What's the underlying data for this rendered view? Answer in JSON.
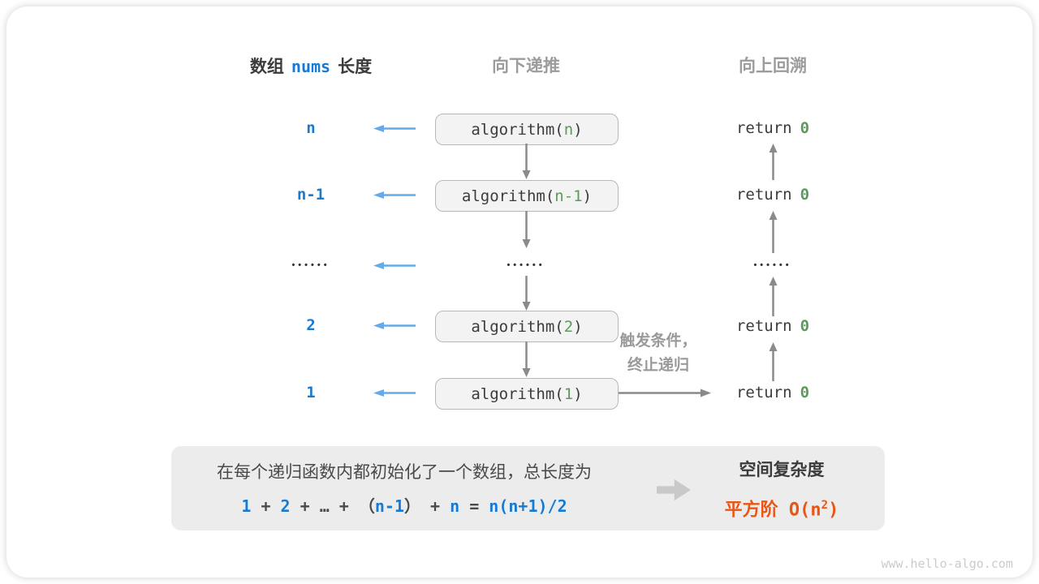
{
  "headers": {
    "left_pre": "数组",
    "left_code": "nums",
    "left_post": "长度",
    "middle": "向下递推",
    "right": "向上回溯"
  },
  "call": {
    "prefix": "algorithm(",
    "suffix": ")"
  },
  "ret": {
    "keyword": "return",
    "value": "0"
  },
  "rows": [
    {
      "label": "n",
      "arg": "n"
    },
    {
      "label": "n-1",
      "arg": "n-1"
    },
    {
      "dots": "••••••"
    },
    {
      "label": "2",
      "arg": "2"
    },
    {
      "label": "1",
      "arg": "1"
    }
  ],
  "terminate_label": {
    "line1": "触发条件，",
    "line2": "终止递归"
  },
  "summary": {
    "line1": "在每个递归函数内都初始化了一个数组，总长度为",
    "formula": {
      "s1": "1",
      "s2": " + ",
      "s3": "2",
      "s4": " + … + （",
      "s5": "n-1",
      "s6": "） + ",
      "s7": "n",
      "s8": " = ",
      "s9": "n(n+1)/2"
    },
    "result_title": "空间复杂度",
    "result_prefix": "平方阶 O(n",
    "result_sup": "2",
    "result_suffix": ")"
  },
  "footer": {
    "site": "www.hello-algo.com"
  },
  "colors": {
    "accent_blue": "#187bd1",
    "light_blue_arrow": "#64aae8",
    "green": "#5a9b5a",
    "gray_arrow": "#8a8a8a",
    "orange": "#ea5514",
    "box_fill": "#f3f3f3",
    "summary_bg": "#ececec"
  }
}
